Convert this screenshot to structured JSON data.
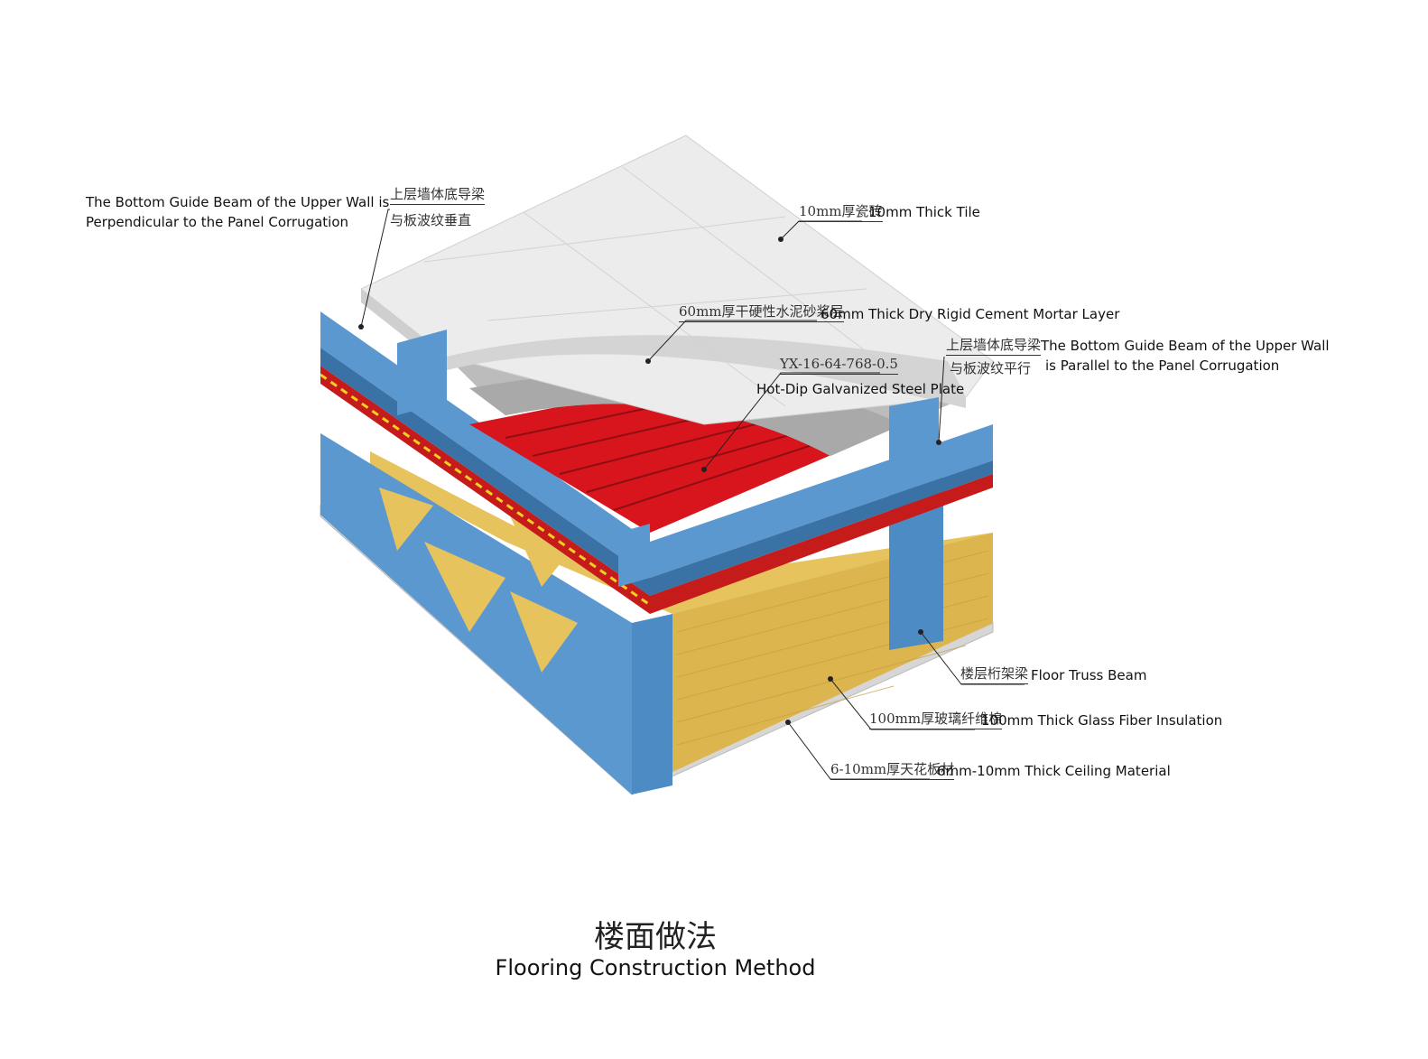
{
  "colors": {
    "steel_blue": "#4d8bc4",
    "steel_blue_dark": "#3b72a6",
    "steel_blue_light": "#6ea6d8",
    "tile": "#ebebeb",
    "mortar": "#bdbdbd",
    "deck_red": "#d8141d",
    "insulation": "#e8c55e",
    "ceiling": "#d8d8d8"
  },
  "labels": {
    "guide_perp": {
      "zh1": "上层墙体底导梁",
      "zh2": "与板波纹垂直",
      "en1": "The Bottom Guide Beam of the Upper Wall is",
      "en2": "Perpendicular to the Panel Corrugation"
    },
    "tile": {
      "zh": "10mm厚瓷砖",
      "en": "10mm Thick Tile"
    },
    "mortar": {
      "zh": "60mm厚干硬性水泥砂浆层",
      "en": "60mm Thick Dry Rigid Cement Mortar Layer"
    },
    "steel_plate": {
      "code": "YX-16-64-768-0.5",
      "en": "Hot-Dip Galvanized Steel Plate"
    },
    "guide_parallel": {
      "zh1": "上层墙体底导梁",
      "zh2": "与板波纹平行",
      "en1": "The Bottom Guide Beam of the Upper Wall",
      "en2": "is Parallel to the Panel Corrugation"
    },
    "truss": {
      "zh": "楼层桁架梁",
      "en": "Floor Truss Beam"
    },
    "insulation": {
      "zh": "100mm厚玻璃纤维棉",
      "en": "100mm Thick Glass Fiber Insulation"
    },
    "ceiling": {
      "zh": "6-10mm厚天花板材",
      "en": "6mm-10mm Thick Ceiling Material"
    }
  },
  "title": {
    "zh": "楼面做法",
    "en": "Flooring Construction Method"
  }
}
